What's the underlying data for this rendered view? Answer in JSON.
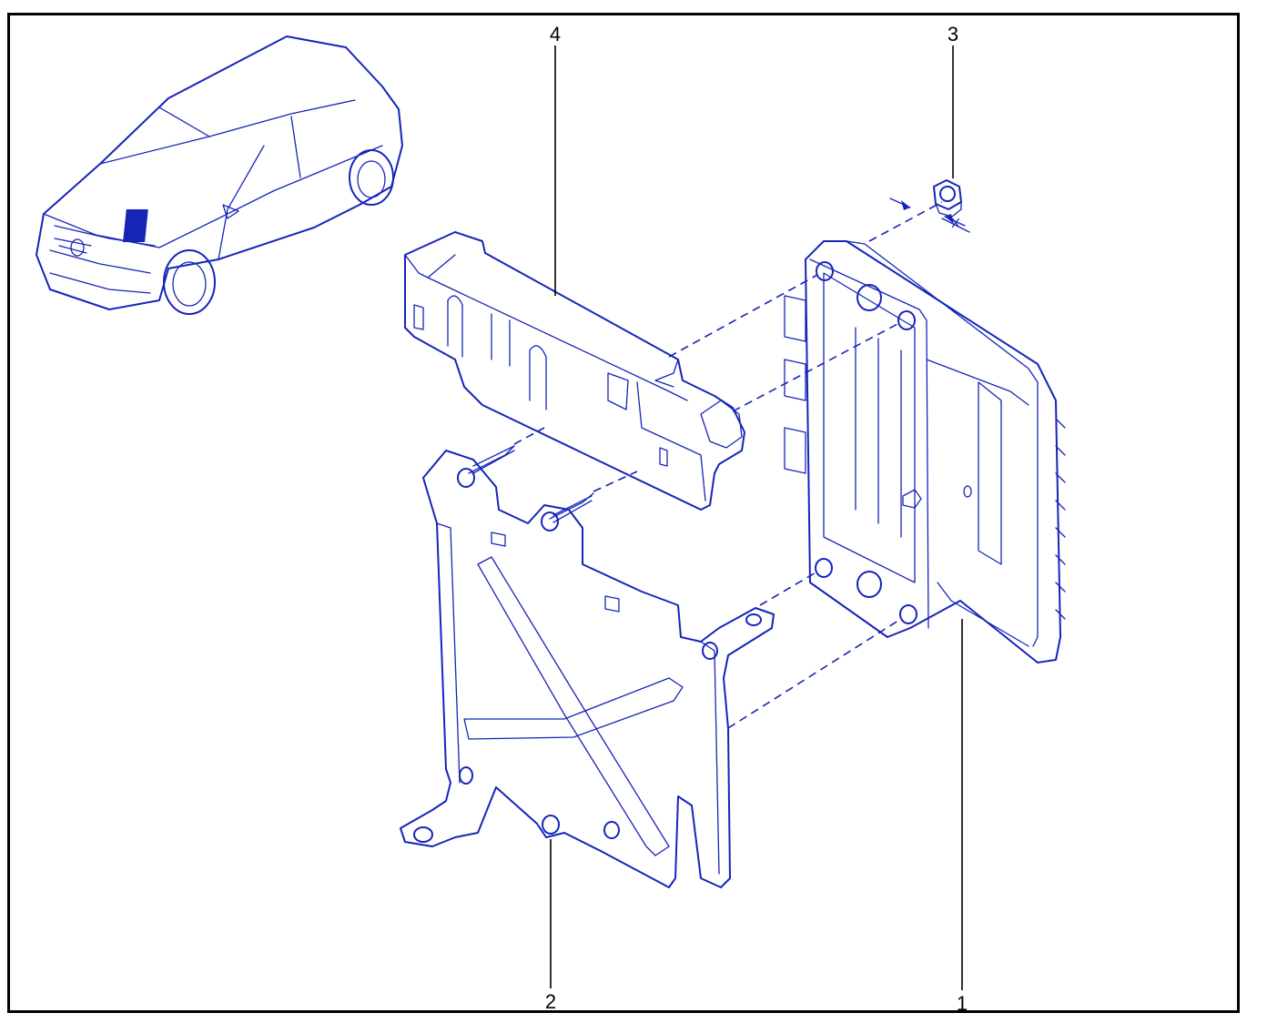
{
  "callouts": {
    "part_1": "1",
    "part_2": "2",
    "part_3": "3",
    "part_4": "4"
  },
  "dimension_label": "X",
  "colors": {
    "line": "#1525b8",
    "frame": "#000000",
    "background": "#ffffff",
    "location_marker": "#1525b8"
  }
}
